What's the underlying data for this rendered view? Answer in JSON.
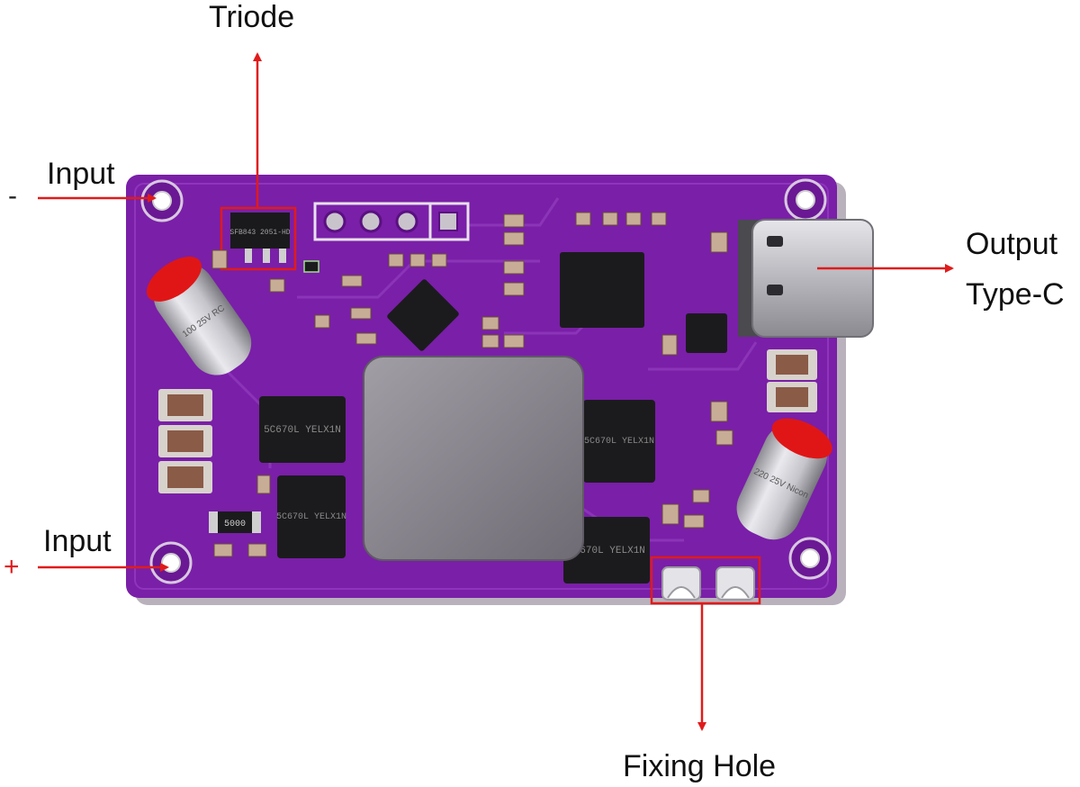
{
  "labels": {
    "triode": "Triode",
    "input_minus": "Input",
    "input_plus": "Input",
    "minus_sign": "-",
    "plus_sign": "+",
    "output_line1": "Output",
    "output_line2": "Type-C",
    "fixing_hole": "Fixing Hole"
  },
  "board": {
    "chip_markings": {
      "triode_chip": "SFB843 2051-HD",
      "mosfet_tl": "5C670L YELX1N",
      "mosfet_bl": "5C670L YELX1N",
      "mosfet_r": "5C670L YELX1N",
      "mosfet_br": "5C670L YELX1N",
      "cap_left": "100 25V RC",
      "cap_right": "220 25V Nicon",
      "resistor": "5000"
    }
  },
  "colors": {
    "pcb": "#7a1fa8",
    "pcb_dark": "#5c1385",
    "arrow": "#e01b1b",
    "highlight_box": "#e01b1b",
    "inductor": "#8e8a92",
    "capacitor_top": "#e01616",
    "text": "#111111",
    "minus_sign": "#222222",
    "plus_sign": "#e01b1b"
  }
}
